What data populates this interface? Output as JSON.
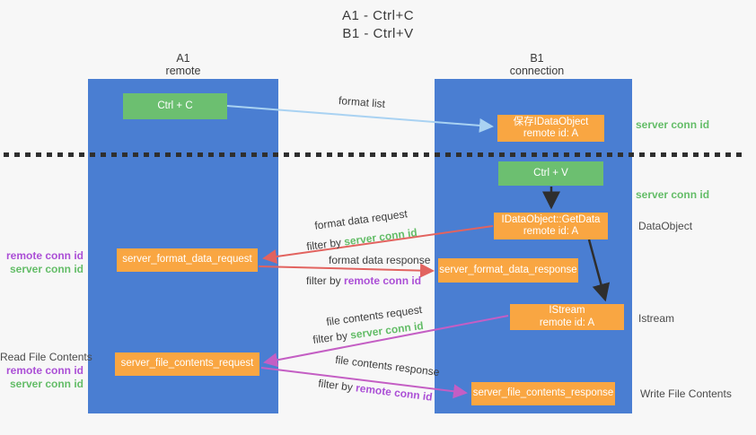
{
  "title": {
    "line1": "A1 - Ctrl+C",
    "line2": "B1 - Ctrl+V"
  },
  "lifelines": {
    "a": {
      "id": "A1",
      "role": "remote"
    },
    "b": {
      "id": "B1",
      "role": "connection"
    }
  },
  "nodes": {
    "ctrl_c": {
      "label": "Ctrl + C"
    },
    "ctrl_v": {
      "label": "Ctrl + V"
    },
    "save_dataobject": {
      "line1": "保存IDataObject",
      "line2": "remote id: A"
    },
    "getdata": {
      "line1": "IDataObject::GetData",
      "line2": "remote id: A"
    },
    "istream": {
      "line1": "IStream",
      "line2": "remote id: A"
    },
    "format_request": {
      "label": "server_format_data_request"
    },
    "format_response": {
      "label": "server_format_data_response"
    },
    "file_request": {
      "label": "server_file_contents_request"
    },
    "file_response": {
      "label": "server_file_contents_response"
    }
  },
  "labels": {
    "format_list": "format list",
    "format_data_request": "format data request",
    "format_data_response": "format data response",
    "file_contents_request": "file contents request",
    "file_contents_response": "file contents response",
    "filter_by": "filter by",
    "server_conn_id": "server conn id",
    "remote_conn_id": "remote conn id",
    "dataobject": "DataObject",
    "istream": "Istream",
    "read_file_contents": "Read File Contents",
    "write_file_contents": "Write File Contents"
  },
  "colors": {
    "background": "#f7f7f7",
    "lifeline_blue": "#4a7ed2",
    "node_green": "#6cbf70",
    "node_orange": "#f9a642",
    "arrow_red": "#e2635f",
    "arrow_pink": "#c45ec4",
    "arrow_blue": "#a9d2f2",
    "arrow_black": "#2e2e2e",
    "text_dark": "#3d3d3d",
    "text_green": "#64bd68",
    "text_purple": "#ab4fd6"
  }
}
